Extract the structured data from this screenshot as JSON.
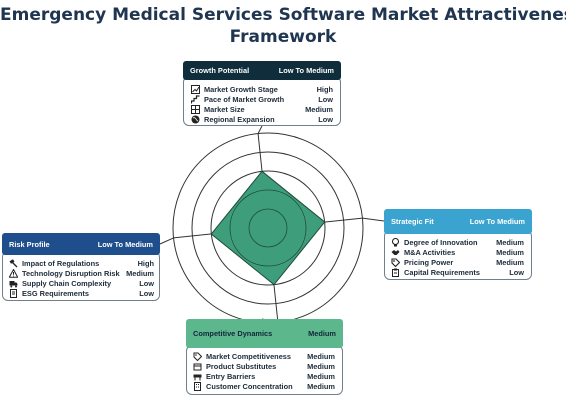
{
  "title": {
    "line1": "Emergency Medical Services Software Market Attractiveness",
    "line2": "Framework"
  },
  "growth": {
    "name": "Growth Potential",
    "rating": "Low To Medium",
    "color": "#0f2d3a",
    "items": [
      {
        "icon": "chart-line-icon",
        "label": "Market Growth Stage",
        "value": "High"
      },
      {
        "icon": "steps-icon",
        "label": "Pace of Market Growth",
        "value": "Low"
      },
      {
        "icon": "grid-icon",
        "label": "Market Size",
        "value": "Medium"
      },
      {
        "icon": "globe-icon",
        "label": "Regional Expansion",
        "value": "Low"
      }
    ]
  },
  "strategic": {
    "name": "Strategic Fit",
    "rating": "Low To Medium",
    "color": "#3aa3cf",
    "items": [
      {
        "icon": "lightbulb-icon",
        "label": "Degree of Innovation",
        "value": "Medium"
      },
      {
        "icon": "handshake-icon",
        "label": "M&A Activities",
        "value": "Medium"
      },
      {
        "icon": "price-tag-icon",
        "label": "Pricing Power",
        "value": "Medium"
      },
      {
        "icon": "clipboard-icon",
        "label": "Capital Requirements",
        "value": "Low"
      }
    ]
  },
  "risk": {
    "name": "Risk Profile",
    "rating": "Low To Medium",
    "color": "#1f4e8c",
    "items": [
      {
        "icon": "gavel-icon",
        "label": "Impact of Regulations",
        "value": "High"
      },
      {
        "icon": "warning-icon",
        "label": "Technology Disruption Risk",
        "value": "Medium"
      },
      {
        "icon": "truck-icon",
        "label": "Supply Chain Complexity",
        "value": "Low"
      },
      {
        "icon": "document-icon",
        "label": "ESG Requirements",
        "value": "Low"
      }
    ]
  },
  "competitive": {
    "name": "Competitive Dynamics",
    "rating": "Medium",
    "color": "#5cb88c",
    "items": [
      {
        "icon": "tag-icon",
        "label": "Market Competitiveness",
        "value": "Medium"
      },
      {
        "icon": "box-icon",
        "label": "Product Substitutes",
        "value": "Medium"
      },
      {
        "icon": "barrier-icon",
        "label": "Entry Barriers",
        "value": "Medium"
      },
      {
        "icon": "building-icon",
        "label": "Customer Concentration",
        "value": "Medium"
      }
    ]
  },
  "radar": {
    "rings": 5,
    "axis_order": [
      "Growth Potential",
      "Strategic Fit",
      "Competitive Dynamics",
      "Risk Profile"
    ],
    "levels": [
      3,
      3,
      3,
      3
    ],
    "fill": "#3e9e7c",
    "ring_color": "#333333"
  }
}
